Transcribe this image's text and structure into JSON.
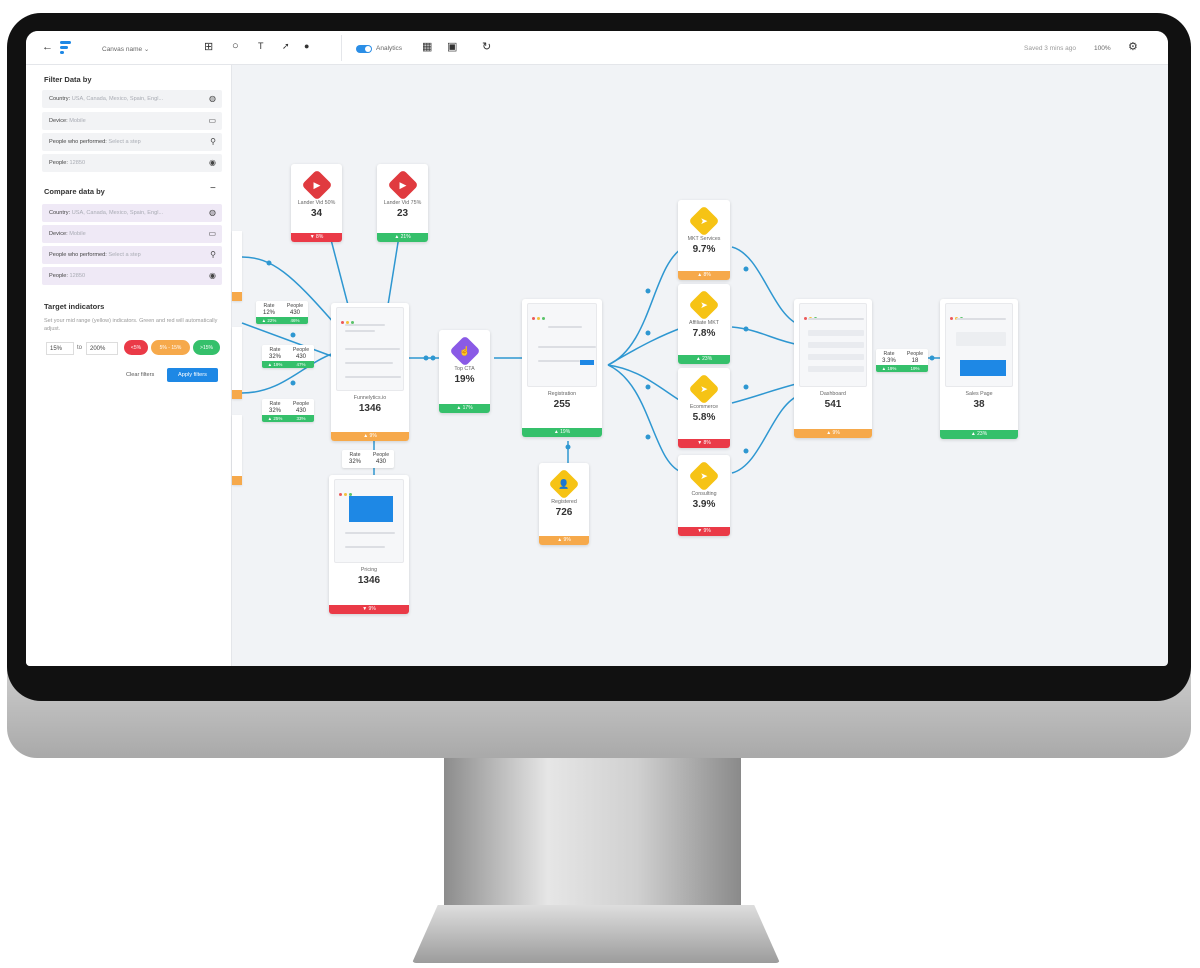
{
  "toolbar": {
    "canvas_name": "Canvas name",
    "analytics_label": "Analytics",
    "saved_text": "Saved 3 mins ago",
    "zoom": "100%"
  },
  "filter": {
    "title": "Filter Data by",
    "rows": [
      {
        "label": "Country:",
        "value": "USA, Canada, Mexico, Spain, Engl..."
      },
      {
        "label": "Device:",
        "value": "Mobile"
      },
      {
        "label": "People who performed:",
        "value": "Select a step"
      },
      {
        "label": "People:",
        "value": "12850"
      }
    ]
  },
  "compare": {
    "title": "Compare data by",
    "rows": [
      {
        "label": "Country:",
        "value": "USA, Canada, Mexico, Spain, Engl..."
      },
      {
        "label": "Device:",
        "value": "Mobile"
      },
      {
        "label": "People who performed:",
        "value": "Select a step"
      },
      {
        "label": "People:",
        "value": "12850"
      }
    ]
  },
  "target": {
    "title": "Target indicators",
    "desc": "Set your mid range (yellow) indicators. Green and red will automatically adjust.",
    "from": "15%",
    "to_label": "to",
    "to": "200%",
    "pills": [
      "<5%",
      "5% - 15%",
      ">15%"
    ],
    "clear": "Clear filters",
    "apply": "Apply filters"
  },
  "colors": {
    "green": "#35c06b",
    "red": "#ea3a47",
    "orange": "#f6a94b",
    "blue": "#1e88e5"
  },
  "nodes": {
    "lander50": {
      "label": "Lander Vid 50%",
      "value": "34",
      "badge": "▼ 8%"
    },
    "lander75": {
      "label": "Lander Vid 75%",
      "value": "23",
      "badge": "▲ 21%"
    },
    "funnelytics": {
      "label": "Funnelytics.io",
      "value": "1346",
      "badge": "▲ 9%"
    },
    "topcta": {
      "label": "Top CTA",
      "value": "19%",
      "badge": "▲ 17%"
    },
    "registration": {
      "label": "Registration",
      "value": "255",
      "badge": "▲ 19%"
    },
    "registered": {
      "label": "Registered",
      "value": "726",
      "badge": "▲ 9%"
    },
    "pricing": {
      "label": "Pricing",
      "value": "1346",
      "badge": "▼ 9%"
    },
    "mkt": {
      "label": "MKT Services",
      "value": "9.7%",
      "badge": "▲ 8%"
    },
    "affiliate": {
      "label": "Affiliate MKT",
      "value": "7.8%",
      "badge": "▲ 23%"
    },
    "ecommerce": {
      "label": "Ecommerce",
      "value": "5.8%",
      "badge": "▼ 8%"
    },
    "consulting": {
      "label": "Consulting",
      "value": "3.9%",
      "badge": "▼ 9%"
    },
    "dashboard": {
      "label": "Dashboard",
      "value": "541",
      "badge": "▲ 9%"
    },
    "sales": {
      "label": "Sales Page",
      "value": "38",
      "badge": "▲ 23%"
    }
  },
  "rates": [
    {
      "rate_label": "Rate",
      "rate": "12%",
      "people_label": "People",
      "people": "430",
      "b1": "▲ 22%",
      "b2": "46%"
    },
    {
      "rate_label": "Rate",
      "rate": "32%",
      "people_label": "People",
      "people": "430",
      "b1": "▲ 19%",
      "b2": "47%"
    },
    {
      "rate_label": "Rate",
      "rate": "32%",
      "people_label": "People",
      "people": "430",
      "b1": "▲ 25%",
      "b2": "33%"
    },
    {
      "rate_label": "Rate",
      "rate": "32%",
      "people_label": "People",
      "people": "430"
    },
    {
      "rate_label": "Rate",
      "rate": "3.3%",
      "people_label": "People",
      "people": "18",
      "b1": "▲ 19%",
      "b2": "19%"
    }
  ]
}
